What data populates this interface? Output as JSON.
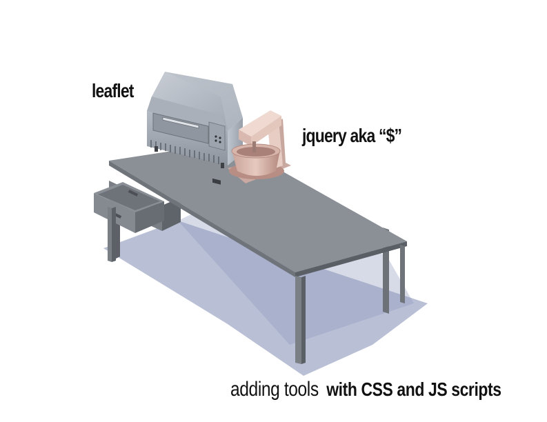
{
  "labels": {
    "oven": "leaflet",
    "mixer": "jquery aka “$”"
  },
  "caption": {
    "regular": "adding tools",
    "bold": "with CSS and JS scripts"
  },
  "objects": {
    "oven_icon": "toaster-oven-icon",
    "mixer_icon": "stand-mixer-icon",
    "table_icon": "desk-with-drawer-icon"
  }
}
